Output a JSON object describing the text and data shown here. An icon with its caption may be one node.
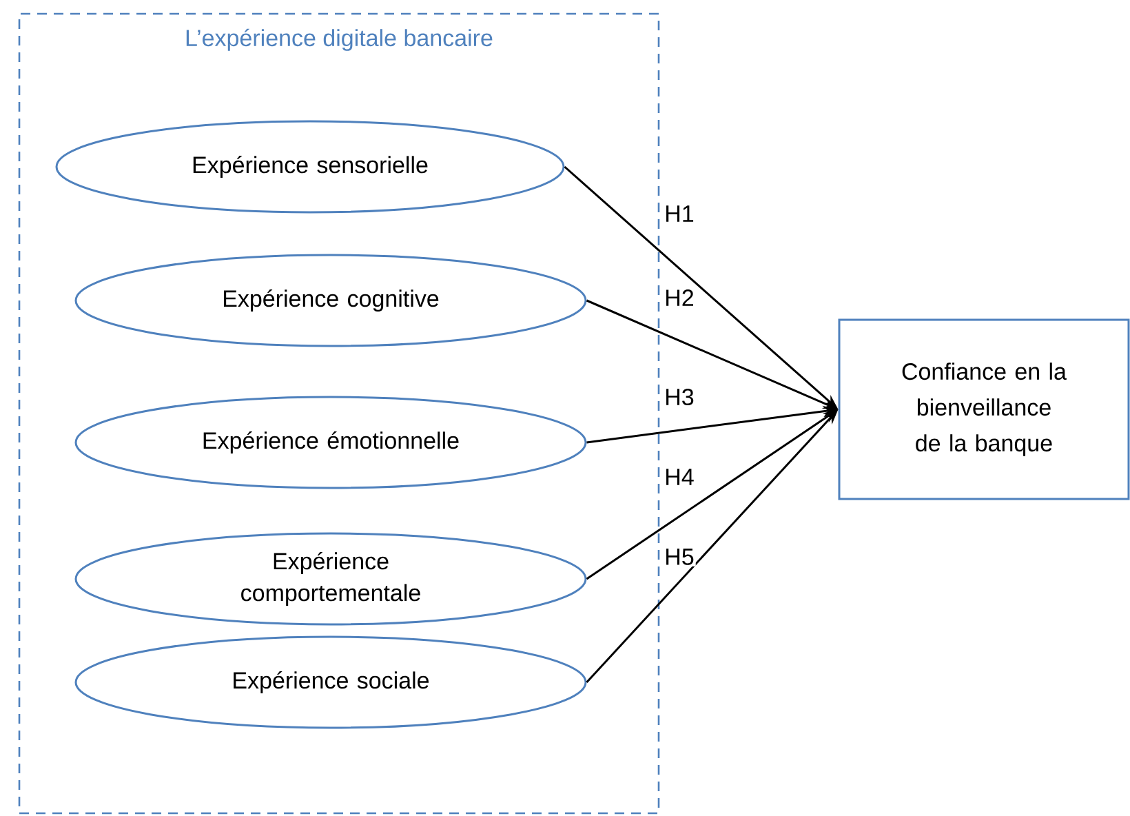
{
  "diagram": {
    "nodes": [
      {
        "text": [
          "L’expérience digitale bancaire"
        ]
      },
      {
        "text": [
          "Expérience sensorielle"
        ],
        "in": 0
      },
      {
        "text": [
          "Expérience cognitive"
        ],
        "in": 0
      },
      {
        "text": [
          "Expérience émotionnelle"
        ],
        "in": 0
      },
      {
        "text": [
          "Expérience comportementale"
        ],
        "in": 0
      },
      {
        "text": [
          "Expérience sociale"
        ],
        "in": 0
      },
      {
        "text": [
          "Confiance en la bienveillance de la banque"
        ]
      }
    ],
    "edges": [
      {
        "from": 1,
        "to": 6,
        "arrow": "to",
        "label": "H1"
      },
      {
        "from": 2,
        "to": 6,
        "arrow": "to",
        "label": "H2"
      },
      {
        "from": 3,
        "to": 6,
        "arrow": "to",
        "label": "H3"
      },
      {
        "from": 4,
        "to": 6,
        "arrow": "to",
        "label": "H4"
      },
      {
        "from": 5,
        "to": 6,
        "arrow": "to",
        "label": "H5"
      }
    ]
  }
}
